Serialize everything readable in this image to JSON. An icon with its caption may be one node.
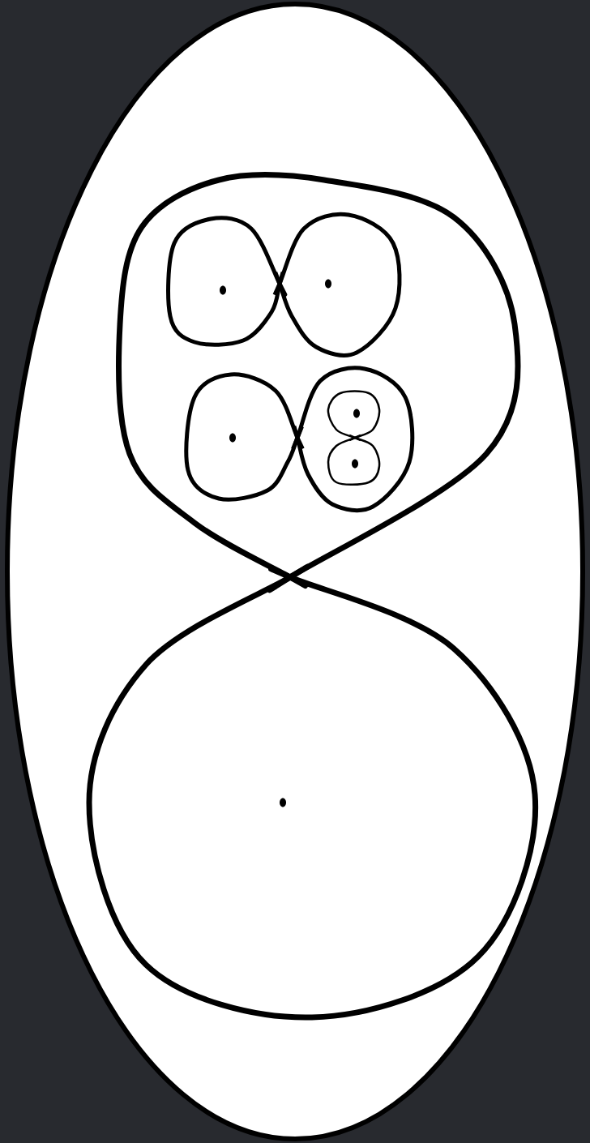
{
  "diagram": {
    "nodes": [
      {
        "text": [],
        "shape": "ellipse"
      },
      {
        "text": [],
        "shape": "loop",
        "in": 0
      },
      {
        "text": [],
        "shape": "loop",
        "in": 0
      },
      {
        "text": [],
        "shape": "dot",
        "in": 2
      },
      {
        "text": [],
        "shape": "loop",
        "in": 1
      },
      {
        "text": [],
        "shape": "loop",
        "in": 1
      },
      {
        "text": [],
        "shape": "loop",
        "in": 1
      },
      {
        "text": [],
        "shape": "loop",
        "in": 1
      },
      {
        "text": [],
        "shape": "loop",
        "in": 7
      },
      {
        "text": [],
        "shape": "loop",
        "in": 7
      },
      {
        "text": [],
        "shape": "dot",
        "in": 4
      },
      {
        "text": [],
        "shape": "dot",
        "in": 5
      },
      {
        "text": [],
        "shape": "dot",
        "in": 6
      },
      {
        "text": [],
        "shape": "dot",
        "in": 8
      },
      {
        "text": [],
        "shape": "dot",
        "in": 9
      }
    ]
  }
}
